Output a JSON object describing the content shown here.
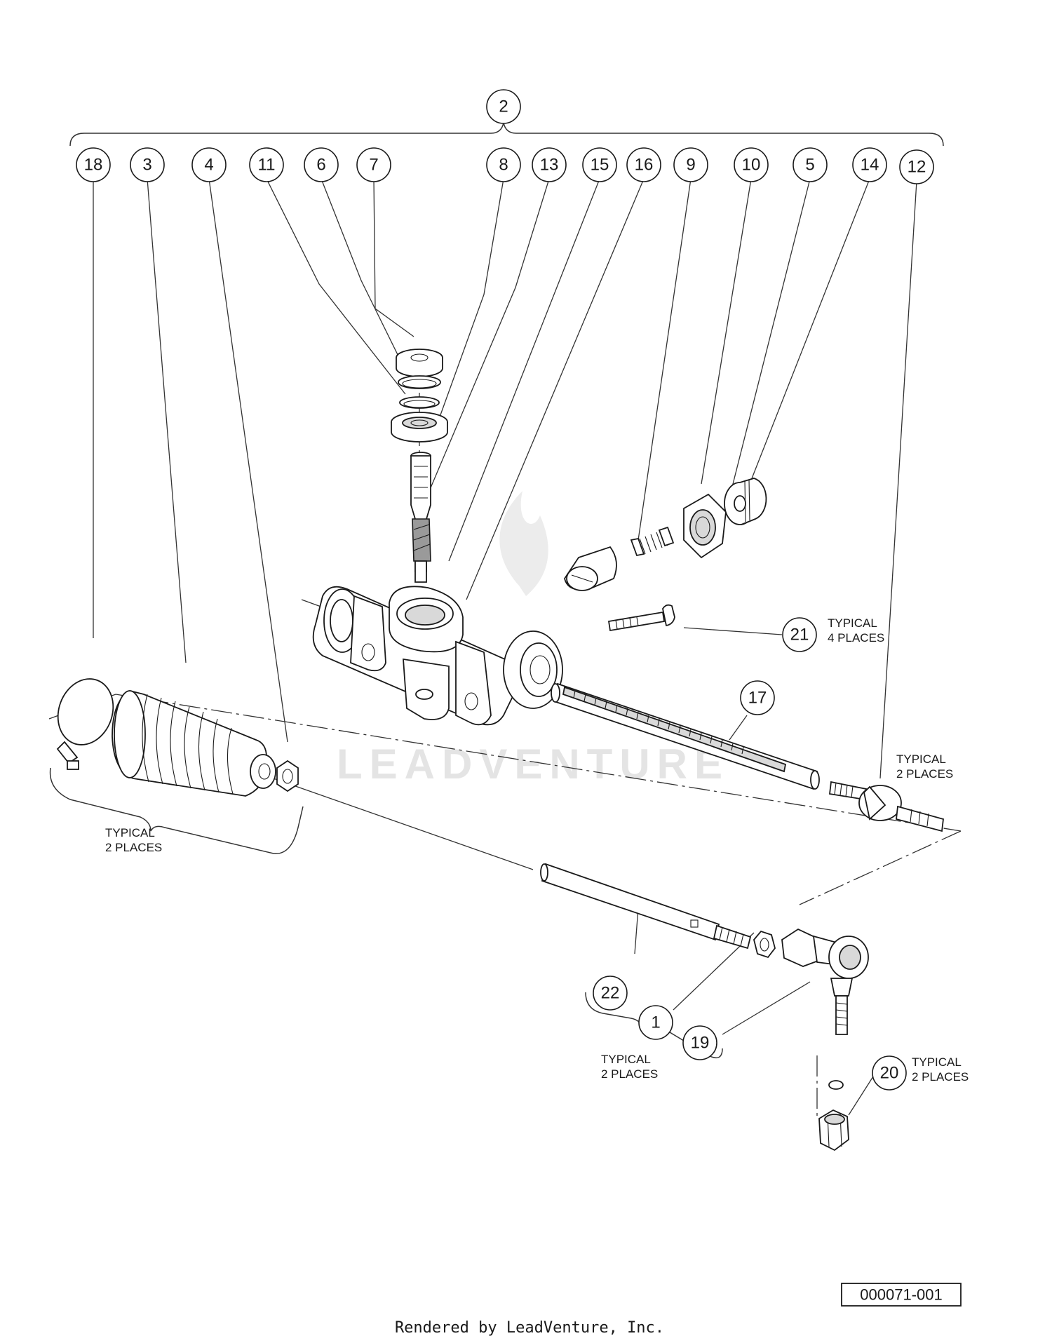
{
  "callouts": {
    "c2": "2",
    "c18": "18",
    "c3": "3",
    "c4": "4",
    "c11": "11",
    "c6": "6",
    "c7": "7",
    "c8": "8",
    "c13": "13",
    "c15": "15",
    "c16": "16",
    "c9": "9",
    "c10": "10",
    "c5": "5",
    "c14": "14",
    "c12": "12",
    "c21": "21",
    "c17": "17",
    "c22": "22",
    "c1": "1",
    "c19": "19",
    "c20": "20"
  },
  "notes": {
    "n21": [
      "TYPICAL",
      "4 PLACES"
    ],
    "n12": [
      "TYPICAL",
      "2 PLACES"
    ],
    "nboot": [
      "TYPICAL",
      "2 PLACES"
    ],
    "ntierod": [
      "TYPICAL",
      "2 PLACES"
    ],
    "n20": [
      "TYPICAL",
      "2 PLACES"
    ]
  },
  "drawing_number": "000071-001",
  "watermark": "LEADVENTURE",
  "footer": "Rendered by LeadVenture, Inc."
}
